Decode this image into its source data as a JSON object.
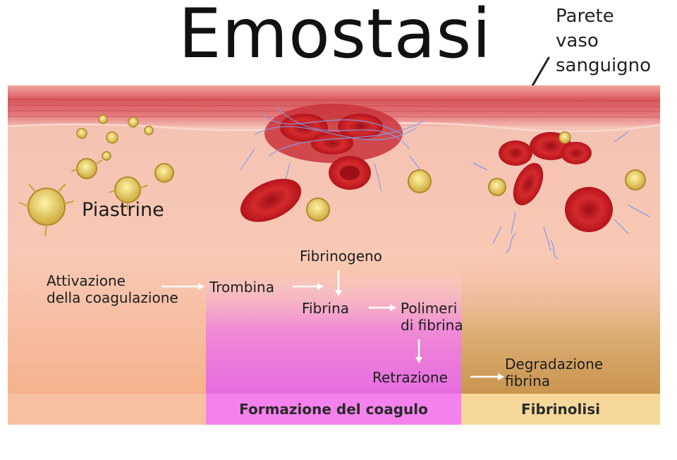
{
  "title": "Emostasi",
  "vessel_wall_label": [
    "Parete",
    "vaso",
    "sanguigno"
  ],
  "platelets_label": "Piastrine",
  "steps": {
    "activation": [
      "Attivazione",
      "della coagulazione"
    ],
    "thrombin": "Trombina",
    "fibrinogen": "Fibrinogeno",
    "fibrin": "Fibrina",
    "fibrin_polymers": [
      "Polimeri",
      "di fibrina"
    ],
    "retraction": "Retrazione",
    "fibrin_degradation": [
      "Degradazione",
      "fibrina"
    ]
  },
  "phases": {
    "clot_formation": "Formazione del coagulo",
    "fibrinolysis": "Fibrinolisi"
  },
  "colors": {
    "vessel_wall": "#d9575a",
    "tissue": "#f5b99e",
    "clot_phase": "#f582ec",
    "fibrinolysis_phase": "#f6d99a",
    "red_cell": "#c81a22",
    "platelet": "#e3c84a",
    "fibrin": "#8a9ce8",
    "arrow": "#ffffff"
  }
}
